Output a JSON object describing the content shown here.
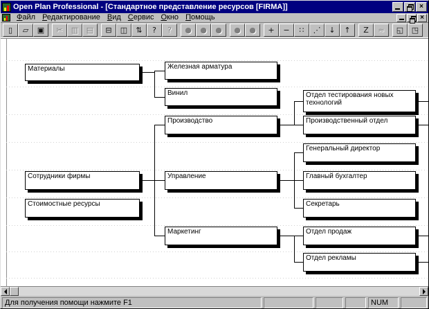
{
  "window": {
    "title": "Open Plan Professional - [Стандартное представление ресурсов [FIRMA]]",
    "close_glyph": "×"
  },
  "menu": {
    "items": [
      "Файл",
      "Редактирование",
      "Вид",
      "Сервис",
      "Окно",
      "Помощь"
    ]
  },
  "toolbar": {
    "buttons": [
      {
        "name": "new",
        "glyph": "▯",
        "enabled": true
      },
      {
        "name": "open",
        "glyph": "▱",
        "enabled": true
      },
      {
        "name": "save",
        "glyph": "▣",
        "enabled": true
      },
      {
        "name": "cut",
        "glyph": "✂",
        "enabled": false
      },
      {
        "name": "copy",
        "glyph": "▥",
        "enabled": false
      },
      {
        "name": "paste",
        "glyph": "▤",
        "enabled": false
      },
      {
        "name": "print",
        "glyph": "⊟",
        "enabled": true
      },
      {
        "name": "print-preview",
        "glyph": "◫",
        "enabled": true
      },
      {
        "name": "update",
        "glyph": "⇅",
        "enabled": true
      },
      {
        "name": "help",
        "glyph": "?",
        "enabled": true
      },
      {
        "name": "context-help",
        "glyph": "?",
        "enabled": false
      },
      {
        "name": "circle-1",
        "glyph": "●",
        "enabled": false
      },
      {
        "name": "circle-2",
        "glyph": "●",
        "enabled": false
      },
      {
        "name": "circle-3",
        "glyph": "●",
        "enabled": false
      },
      {
        "name": "circle-4",
        "glyph": "●",
        "enabled": false
      },
      {
        "name": "circle-5",
        "glyph": "●",
        "enabled": false
      },
      {
        "name": "add-resource",
        "glyph": "+",
        "enabled": true
      },
      {
        "name": "remove-resource",
        "glyph": "−",
        "enabled": true
      },
      {
        "name": "link",
        "glyph": "∷",
        "enabled": true
      },
      {
        "name": "steps",
        "glyph": "⋰",
        "enabled": true
      },
      {
        "name": "move-down",
        "glyph": "↓",
        "enabled": true
      },
      {
        "name": "move-up",
        "glyph": "↑",
        "enabled": true
      },
      {
        "name": "z-order",
        "glyph": "Z",
        "enabled": true
      },
      {
        "name": "wave",
        "glyph": "≈",
        "enabled": false
      },
      {
        "name": "window-pane-1",
        "glyph": "◱",
        "enabled": true
      },
      {
        "name": "window-pane-2",
        "glyph": "◳",
        "enabled": true
      }
    ]
  },
  "diagram": {
    "boxes": [
      {
        "id": "materials",
        "label": "Материалы"
      },
      {
        "id": "iron",
        "label": "Железная арматура"
      },
      {
        "id": "vinyl",
        "label": "Винил"
      },
      {
        "id": "production",
        "label": "Производство"
      },
      {
        "id": "management",
        "label": "Управление"
      },
      {
        "id": "marketing",
        "label": "Маркетинг"
      },
      {
        "id": "staff",
        "label": "Сотрудники фирмы"
      },
      {
        "id": "cost",
        "label": "Стоимостные ресурсы"
      },
      {
        "id": "test-dept",
        "label": "Отдел тестирования новых технологий"
      },
      {
        "id": "production-dept",
        "label": "Производственный отдел"
      },
      {
        "id": "ceo",
        "label": "Генеральный директор"
      },
      {
        "id": "chief-accountant",
        "label": "Главный бухгалтер"
      },
      {
        "id": "secretary",
        "label": "Секретарь"
      },
      {
        "id": "sales-dept",
        "label": "Отдел продаж"
      },
      {
        "id": "ads-dept",
        "label": "Отдел рекламы"
      }
    ],
    "edges": [
      {
        "from": "Материалы",
        "to": [
          "Железная арматура",
          "Винил"
        ]
      },
      {
        "from": "Сотрудники фирмы",
        "to": [
          "Производство",
          "Управление",
          "Маркетинг"
        ]
      },
      {
        "from": "Производство",
        "to": [
          "Отдел тестирования новых технологий",
          "Производственный отдел"
        ]
      },
      {
        "from": "Управление",
        "to": [
          "Генеральный директор",
          "Главный бухгалтер",
          "Секретарь"
        ]
      },
      {
        "from": "Маркетинг",
        "to": [
          "Отдел продаж",
          "Отдел рекламы"
        ]
      }
    ]
  },
  "statusbar": {
    "message": "Для получения помощи нажмите F1",
    "num": "NUM"
  }
}
